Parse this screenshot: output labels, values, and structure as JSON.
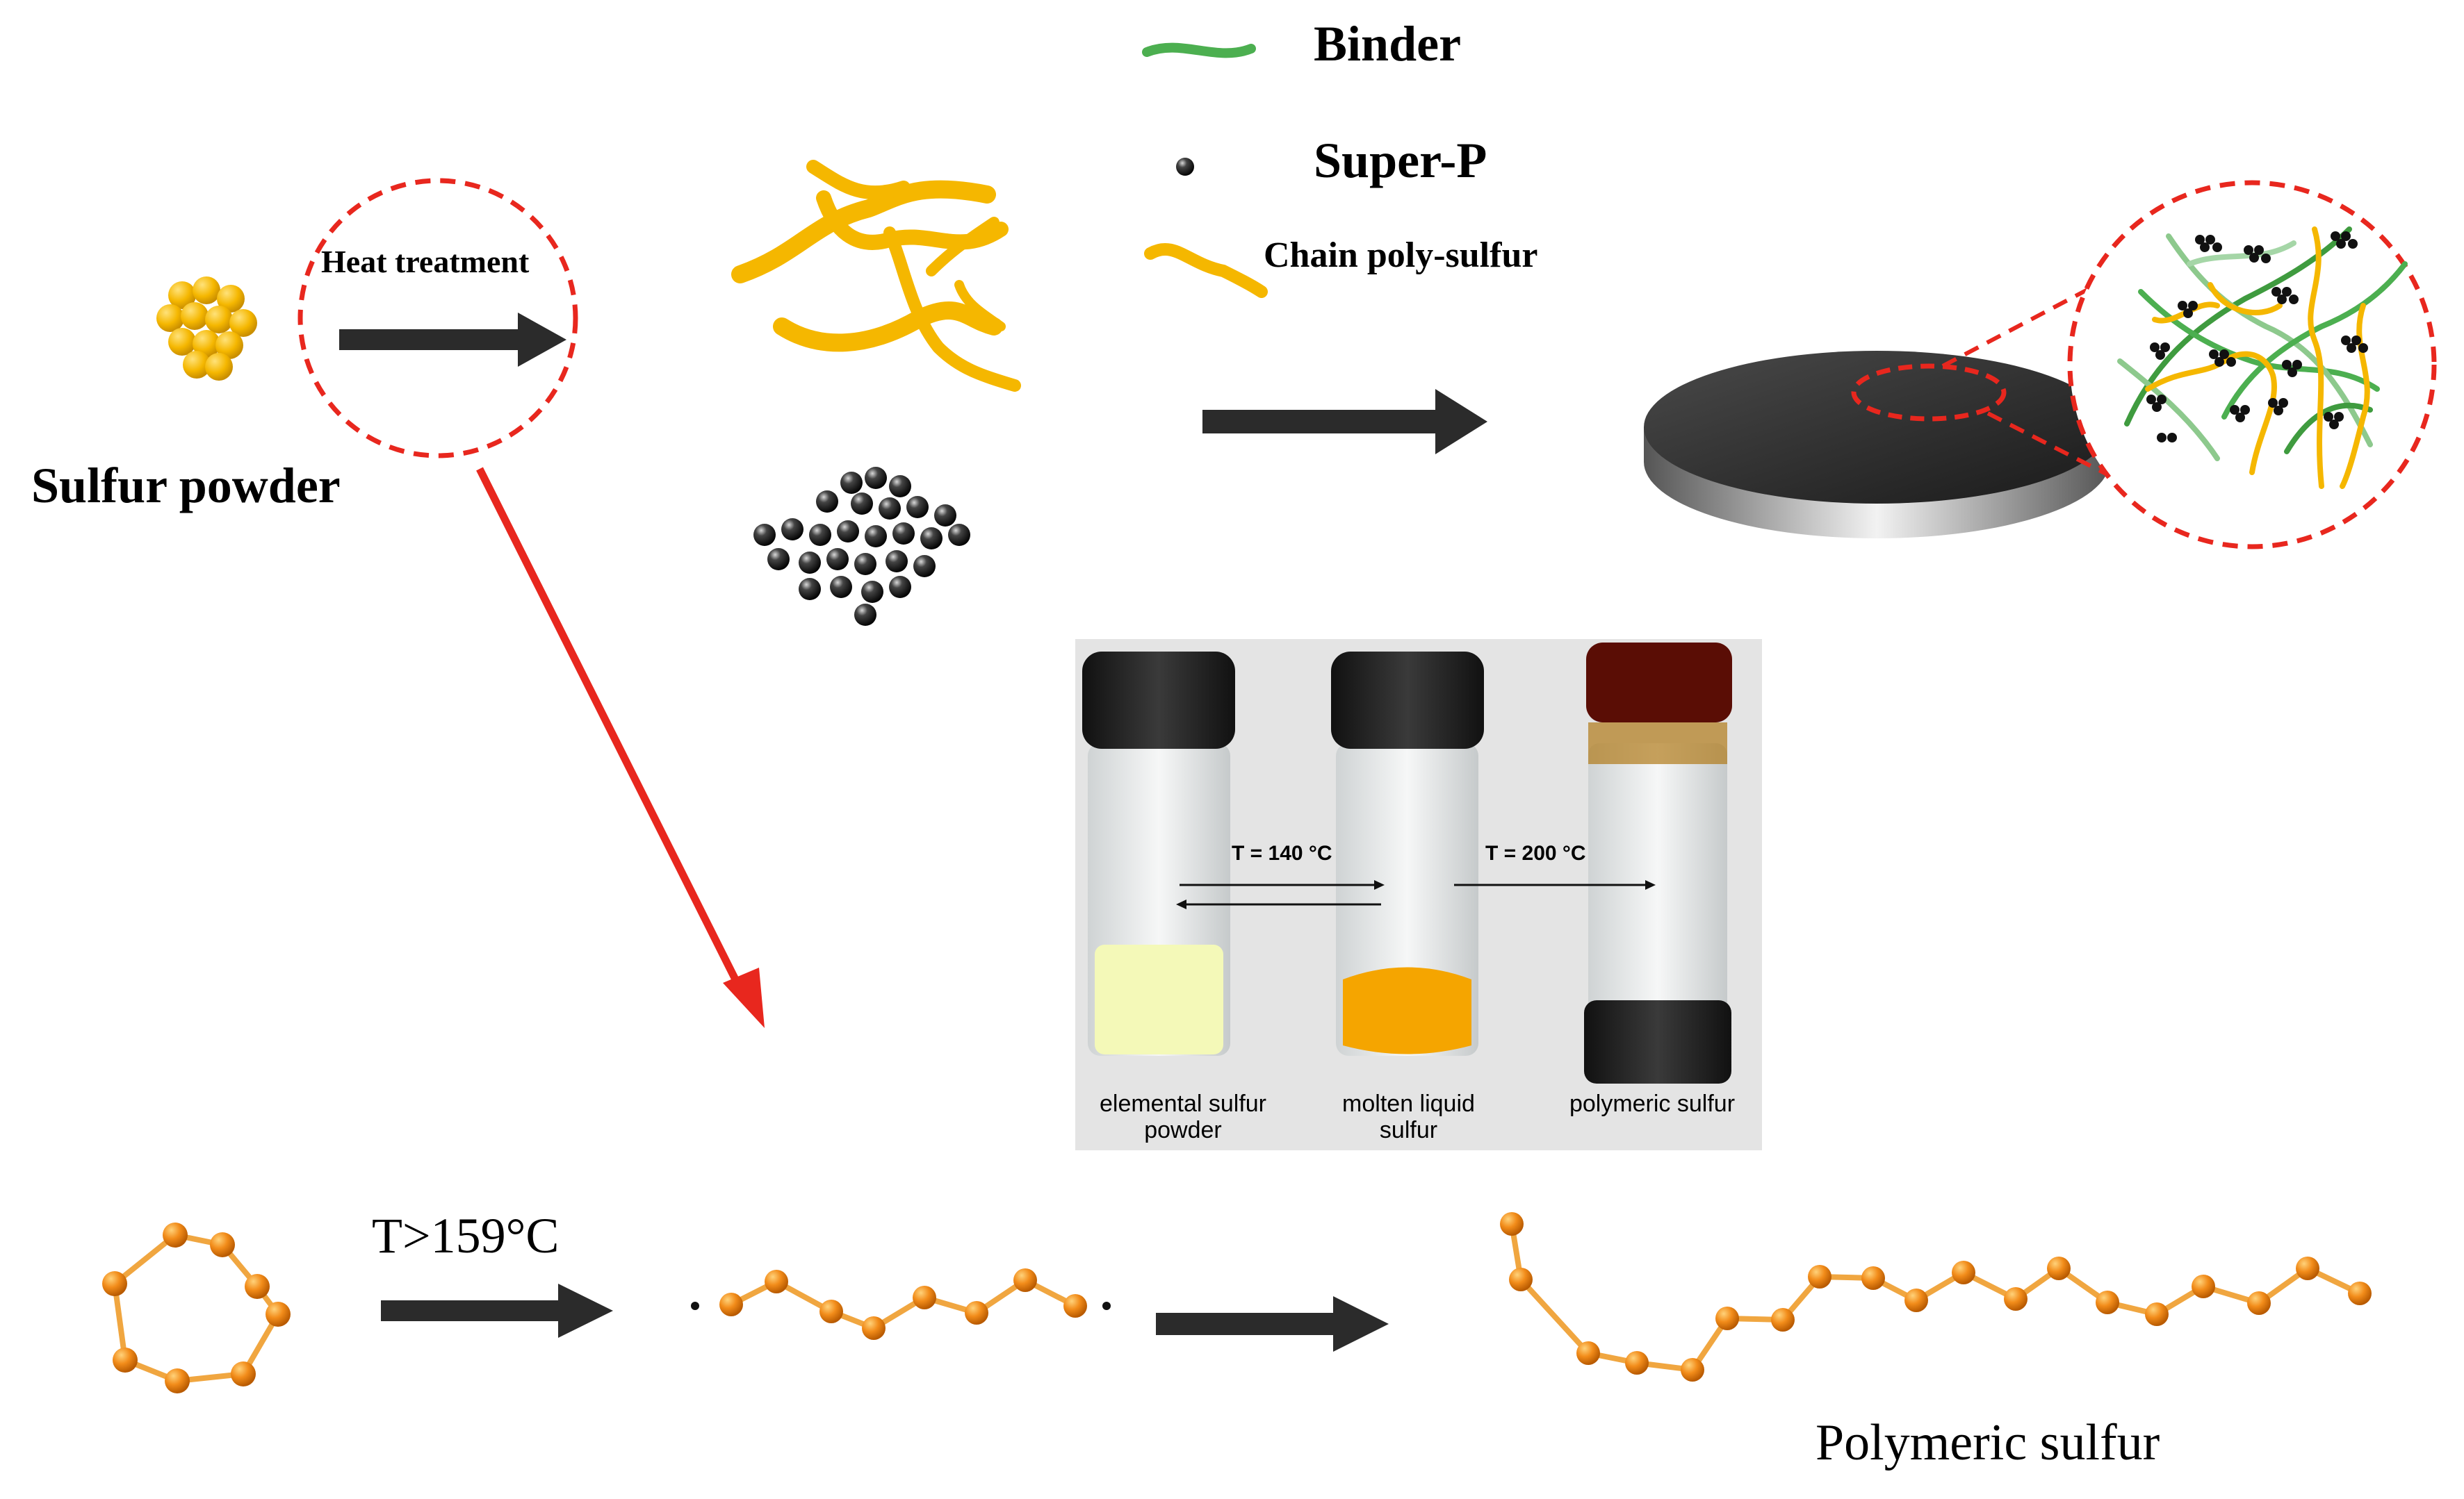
{
  "legend": {
    "binder": "Binder",
    "super_p": "Super-P",
    "chain": "Chain poly-sulfur"
  },
  "labels": {
    "sulfur_powder": "Sulfur powder",
    "heat_treatment": "Heat treatment",
    "temp": "T>159°C",
    "polymeric_sulfur": "Polymeric sulfur"
  },
  "photo": {
    "t1": "T = 140 °C",
    "t2": "T = 200 °C",
    "v1": "elemental sulfur powder",
    "v2": "molten liquid sulfur",
    "v3": "polymeric sulfur"
  },
  "colors": {
    "sulfur": "#f5b700",
    "binder": "#4caf50",
    "arrow": "#2b2b2b",
    "red": "#e8271e",
    "atom": "#f28c1a"
  }
}
